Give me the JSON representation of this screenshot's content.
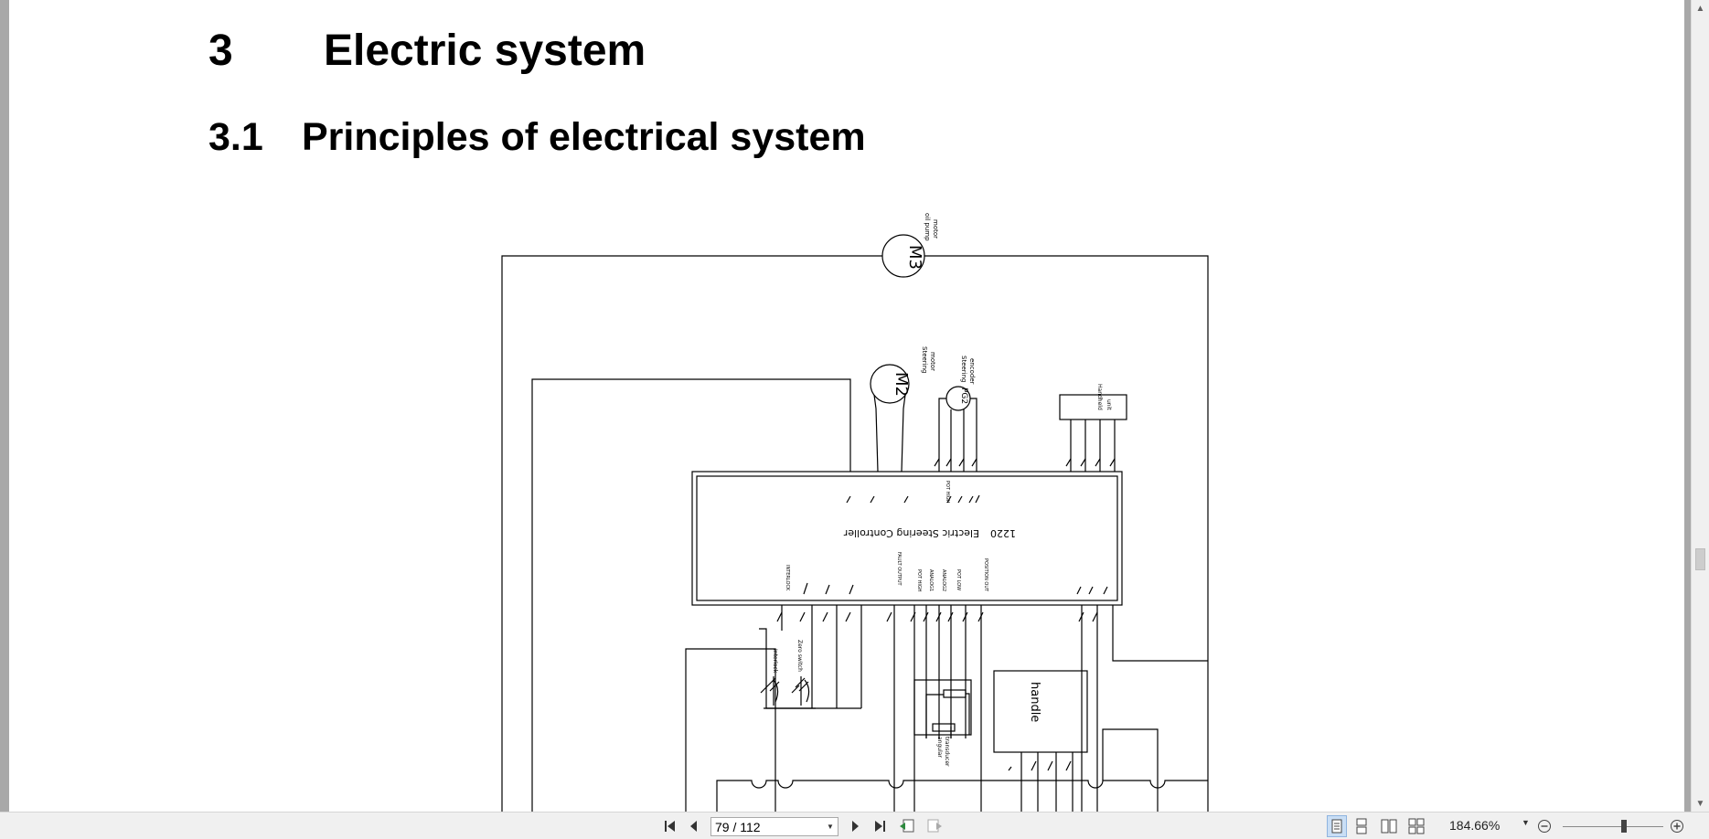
{
  "document": {
    "chapter_number": "3",
    "chapter_title": "Electric system",
    "section_number": "3.1",
    "section_title": "Principles of electrical system"
  },
  "schematic": {
    "m3_symbol": "M3",
    "m3_label_1": "oil pump",
    "m3_label_2": "motor",
    "m2_symbol": "M2",
    "m2_label_1": "Steering",
    "m2_label_2": "motor",
    "pg2_symbol": "PG2",
    "pg2_label_1": "Steering",
    "pg2_label_2": "encoder",
    "handheld_label_1": "Handheld",
    "handheld_label_2": "unit",
    "controller_model": "1220",
    "controller_name": "Electric Steering Controller",
    "pin_pot_high_top": "POT HIGH",
    "pin_interlock": "INTERLOCK",
    "pin_fault_output": "FAULT OUTPUT",
    "pin_pot_high": "POT HIGH",
    "pin_analog1": "ANALOG1",
    "pin_analog2": "ANALOG2",
    "pin_pot_low": "POT LOW",
    "pin_position_out": "POSITION OUT",
    "interlock_label": "Interlock",
    "zero_switch_label": "Zero switch",
    "handle_label": "handle",
    "transducer_label_1": "angular",
    "transducer_label_2": "transducer"
  },
  "toolbar": {
    "page_value": "79 / 112",
    "zoom_value": "184.66%"
  },
  "icons": {
    "first_page": "first-page-icon",
    "prev_page": "previous-page-icon",
    "next_page": "next-page-icon",
    "last_page": "last-page-icon",
    "previous_view": "previous-view-icon",
    "next_view": "next-view-icon",
    "single_page": "single-page-icon",
    "continuous": "continuous-page-icon",
    "facing": "facing-pages-icon",
    "continuous_facing": "continuous-facing-icon",
    "zoom_out": "zoom-out-icon",
    "zoom_in": "zoom-in-icon"
  },
  "colors": {
    "page_bg": "#ffffff",
    "viewer_bg": "#a8a8a8",
    "toolbar_bg": "#f0f0f0",
    "active_view_bg": "#c9def5"
  }
}
